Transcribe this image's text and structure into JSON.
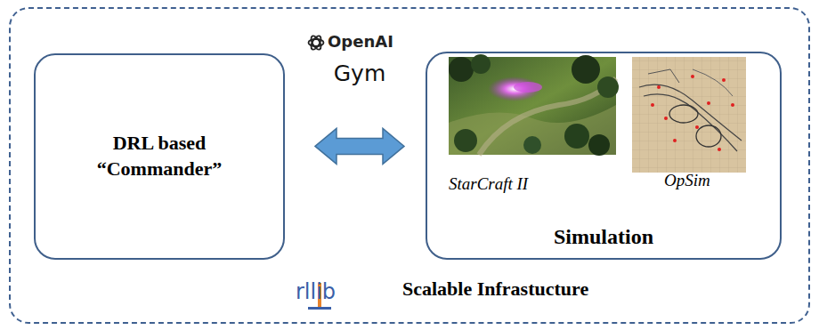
{
  "diagram": {
    "nodes": [
      {
        "text": [
          "Scalable Infrastucture"
        ]
      },
      {
        "text": [
          "DRL based “Commander”"
        ],
        "in": 0
      },
      {
        "text": [
          "Simulation"
        ],
        "in": 0
      }
    ],
    "edges": [
      {
        "from": 1,
        "to": 2,
        "arrow": "both",
        "label": "Gym"
      }
    ],
    "labels": [
      "OpenAI",
      "StarCraft II",
      "OpSim",
      "rllib"
    ]
  }
}
